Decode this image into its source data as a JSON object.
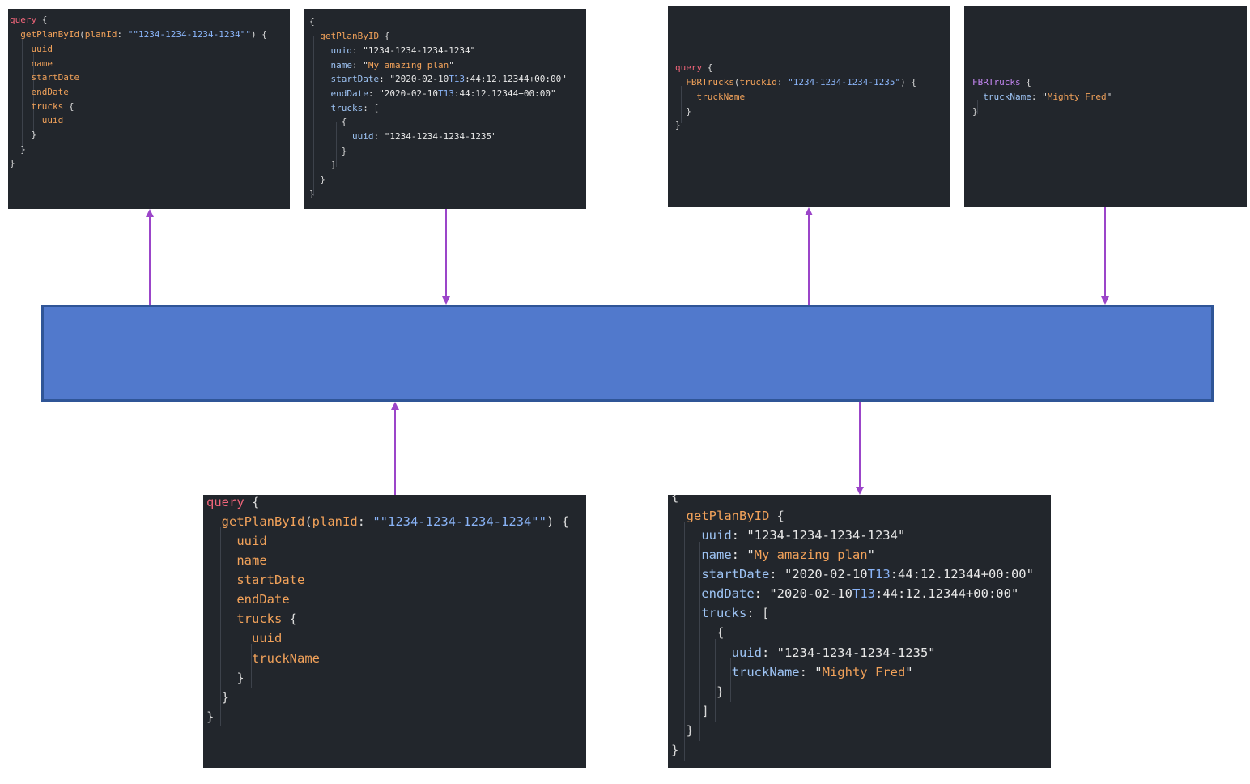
{
  "colors": {
    "panel_bg": "#22262c",
    "server_bar": "#5179cc",
    "server_bar_border": "#2f5597",
    "arrow": "#9b45c9"
  },
  "panels": {
    "query_plan_small": {
      "lines": [
        [
          [
            "query",
            "kw"
          ],
          [
            " {",
            "pun"
          ]
        ],
        [
          [
            "  getPlanById",
            "fn"
          ],
          [
            "(",
            "pun"
          ],
          [
            "planId",
            "fn"
          ],
          [
            ": ",
            "pun"
          ],
          [
            "\"\"1234-1234-1234-1234\"\"",
            "strb"
          ],
          [
            ") {",
            "pun"
          ]
        ],
        [
          [
            "    uuid",
            "fld"
          ]
        ],
        [
          [
            "    name",
            "fld"
          ]
        ],
        [
          [
            "    startDate",
            "fld"
          ]
        ],
        [
          [
            "    endDate",
            "fld"
          ]
        ],
        [
          [
            "    trucks",
            "fld"
          ],
          [
            " {",
            "pun"
          ]
        ],
        [
          [
            "      uuid",
            "fld"
          ]
        ],
        [
          [
            "    }",
            "pun"
          ]
        ],
        [
          [
            "  }",
            "pun"
          ]
        ],
        [
          [
            "}",
            "pun"
          ]
        ]
      ]
    },
    "response_plan_small": {
      "lines": [
        [
          [
            "{",
            "pun"
          ]
        ],
        [
          [
            "  getPlanByID",
            "fn"
          ],
          [
            " {",
            "pun"
          ]
        ],
        [
          [
            "    uuid",
            "rk"
          ],
          [
            ": \"1234-1234-1234-1234\"",
            "str"
          ]
        ],
        [
          [
            "    name",
            "rk"
          ],
          [
            ": \"",
            "str"
          ],
          [
            "My amazing plan",
            "strv"
          ],
          [
            "\"",
            "str"
          ]
        ],
        [
          [
            "    startDate",
            "rk"
          ],
          [
            ": \"2020-02-10",
            "str"
          ],
          [
            "T13",
            "tt"
          ],
          [
            ":44:12.12344+00:00\"",
            "str"
          ]
        ],
        [
          [
            "    endDate",
            "rk"
          ],
          [
            ": \"2020-02-10",
            "str"
          ],
          [
            "T13",
            "tt"
          ],
          [
            ":44:12.12344+00:00\"",
            "str"
          ]
        ],
        [
          [
            "    trucks",
            "rk"
          ],
          [
            ": [",
            "pun"
          ]
        ],
        [
          [
            "      {",
            "pun"
          ]
        ],
        [
          [
            "        uuid",
            "rk"
          ],
          [
            ": \"1234-1234-1234-1235\"",
            "str"
          ]
        ],
        [
          [
            "      }",
            "pun"
          ]
        ],
        [
          [
            "    ]",
            "pun"
          ]
        ],
        [
          [
            "  }",
            "pun"
          ]
        ],
        [
          [
            "}",
            "pun"
          ]
        ]
      ]
    },
    "query_trucks_small": {
      "lines": [
        [
          [
            "query",
            "kw"
          ],
          [
            " {",
            "pun"
          ]
        ],
        [
          [
            "  FBRTrucks",
            "fn"
          ],
          [
            "(",
            "pun"
          ],
          [
            "truckId",
            "fn"
          ],
          [
            ": ",
            "pun"
          ],
          [
            "\"1234-1234-1234-1235\"",
            "strb"
          ],
          [
            ") {",
            "pun"
          ]
        ],
        [
          [
            "    truckName",
            "fld"
          ]
        ],
        [
          [
            "  }",
            "pun"
          ]
        ],
        [
          [
            "}",
            "pun"
          ]
        ]
      ]
    },
    "response_trucks_small": {
      "lines": [
        [
          [
            "FBRTrucks",
            "pur"
          ],
          [
            " {",
            "pun"
          ]
        ],
        [
          [
            "  truckName",
            "rk"
          ],
          [
            ": \"",
            "str"
          ],
          [
            "Mighty Fred",
            "strv"
          ],
          [
            "\"",
            "str"
          ]
        ],
        [
          [
            "}",
            "pun"
          ]
        ]
      ]
    },
    "query_plan_large": {
      "lines": [
        [
          [
            "query",
            "kw"
          ],
          [
            " {",
            "pun"
          ]
        ],
        [
          [
            "  getPlanById",
            "fn"
          ],
          [
            "(",
            "pun"
          ],
          [
            "planId",
            "fn"
          ],
          [
            ": ",
            "pun"
          ],
          [
            "\"\"1234-1234-1234-1234\"\"",
            "strb"
          ],
          [
            ") {",
            "pun"
          ]
        ],
        [
          [
            "    uuid",
            "fld"
          ]
        ],
        [
          [
            "    name",
            "fld"
          ]
        ],
        [
          [
            "    startDate",
            "fld"
          ]
        ],
        [
          [
            "    endDate",
            "fld"
          ]
        ],
        [
          [
            "    trucks",
            "fld"
          ],
          [
            " {",
            "pun"
          ]
        ],
        [
          [
            "      uuid",
            "fld"
          ]
        ],
        [
          [
            "      truckName",
            "fld"
          ]
        ],
        [
          [
            "    }",
            "pun"
          ]
        ],
        [
          [
            "  }",
            "pun"
          ]
        ],
        [
          [
            "}",
            "pun"
          ]
        ]
      ]
    },
    "response_plan_large": {
      "lines": [
        [
          [
            "{",
            "pun"
          ]
        ],
        [
          [
            "  getPlanByID",
            "fn"
          ],
          [
            " {",
            "pun"
          ]
        ],
        [
          [
            "    uuid",
            "rk"
          ],
          [
            ": \"1234-1234-1234-1234\"",
            "str"
          ]
        ],
        [
          [
            "    name",
            "rk"
          ],
          [
            ": \"",
            "str"
          ],
          [
            "My amazing plan",
            "strv"
          ],
          [
            "\"",
            "str"
          ]
        ],
        [
          [
            "    startDate",
            "rk"
          ],
          [
            ": \"2020-02-10",
            "str"
          ],
          [
            "T13",
            "tt"
          ],
          [
            ":44:12.12344+00:00\"",
            "str"
          ]
        ],
        [
          [
            "    endDate",
            "rk"
          ],
          [
            ": \"2020-02-10",
            "str"
          ],
          [
            "T13",
            "tt"
          ],
          [
            ":44:12.12344+00:00\"",
            "str"
          ]
        ],
        [
          [
            "    trucks",
            "rk"
          ],
          [
            ": [",
            "pun"
          ]
        ],
        [
          [
            "      {",
            "pun"
          ]
        ],
        [
          [
            "        uuid",
            "rk"
          ],
          [
            ": \"1234-1234-1234-1235\"",
            "str"
          ]
        ],
        [
          [
            "        truckName",
            "rk"
          ],
          [
            ": \"",
            "str"
          ],
          [
            "Mighty Fred",
            "strv"
          ],
          [
            "\"",
            "str"
          ]
        ],
        [
          [
            "      }",
            "pun"
          ]
        ],
        [
          [
            "    ]",
            "pun"
          ]
        ],
        [
          [
            "  }",
            "pun"
          ]
        ],
        [
          [
            "}",
            "pun"
          ]
        ]
      ]
    }
  }
}
